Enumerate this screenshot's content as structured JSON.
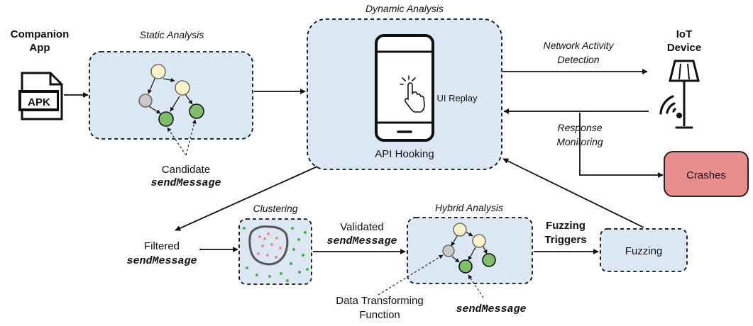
{
  "labels": {
    "companion_app_line1": "Companion",
    "companion_app_line2": "App",
    "apk": "APK",
    "static_analysis": "Static Analysis",
    "dynamic_analysis": "Dynamic Analysis",
    "ui_replay": "UI Replay",
    "api_hooking": "API Hooking",
    "network_activity_line1": "Network Activity",
    "network_activity_line2": "Detection",
    "iot_device_line1": "IoT",
    "iot_device_line2": "Device",
    "response_monitoring_line1": "Response",
    "response_monitoring_line2": "Monitoring",
    "crashes": "Crashes",
    "candidate": "Candidate",
    "send_message": "sendMessage",
    "filtered": "Filtered",
    "clustering": "Clustering",
    "validated": "Validated",
    "hybrid_analysis": "Hybrid Analysis",
    "fuzzing_triggers_line1": "Fuzzing",
    "fuzzing_triggers_line2": "Triggers",
    "fuzzing": "Fuzzing",
    "data_transforming_line1": "Data Transforming",
    "data_transforming_line2": "Function"
  },
  "colors": {
    "box_fill": "#dbe8f3",
    "crashes_fill": "#e88e8e",
    "node_yellow": "#fdf3c8",
    "node_green": "#7fbf6a",
    "node_gray": "#c9c9c9",
    "cluster_pink": "#f08a8a",
    "cluster_green": "#4caf50"
  },
  "icons": [
    "apk-file-icon",
    "smartphone-icon",
    "tap-gesture-icon",
    "iot-lamp-icon",
    "wifi-signal-icon"
  ]
}
